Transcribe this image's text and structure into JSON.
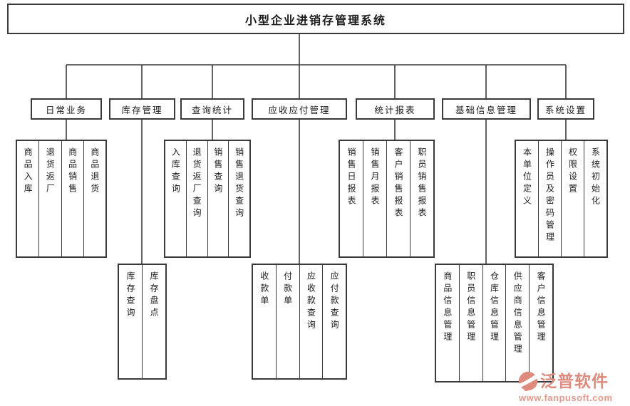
{
  "title": "小型企业进销存管理系统",
  "branches": [
    {
      "label": "日常业务",
      "level": "upper",
      "children": [
        "商品入库",
        "退货返厂",
        "商品销售",
        "商品退货"
      ]
    },
    {
      "label": "库存管理",
      "level": "lower",
      "children": [
        "库存查询",
        "库存盘点"
      ]
    },
    {
      "label": "查询统计",
      "level": "upper",
      "children": [
        "入库查询",
        "退货返厂查询",
        "销售查询",
        "销售退货查询"
      ]
    },
    {
      "label": "应收应付管理",
      "level": "lower",
      "children": [
        "收款单",
        "付款单",
        "应收款查询",
        "应付款查询"
      ]
    },
    {
      "label": "统计报表",
      "level": "upper",
      "children": [
        "销售日报表",
        "销售月报表",
        "客户销售报表",
        "职员销售报表"
      ]
    },
    {
      "label": "基础信息管理",
      "level": "lower",
      "children": [
        "商品信息管理",
        "职员信息管理",
        "仓库信息管理",
        "供应商信息管理",
        "客户信息管理"
      ]
    },
    {
      "label": "系统设置",
      "level": "upper",
      "children": [
        "本单位定义",
        "操作员及密码管理",
        "权限设置",
        "系统初始化"
      ]
    }
  ],
  "watermark": {
    "brand": "泛普软件",
    "url": "www.fanpusoft.com",
    "color": "#de8b7e"
  }
}
